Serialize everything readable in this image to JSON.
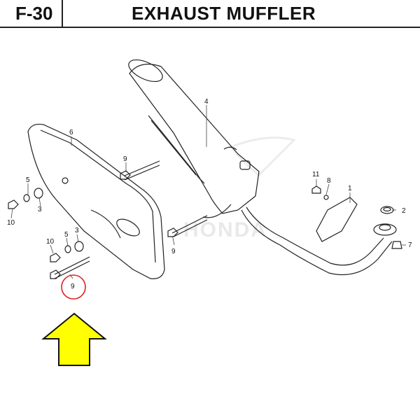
{
  "header": {
    "code": "F-30",
    "title": "EXHAUST MUFFLER"
  },
  "watermark": "HONDA",
  "colors": {
    "arrow_fill": "#ffff00",
    "highlight_circle": "#e02020"
  },
  "callouts": [
    {
      "id": "c1",
      "label": "1"
    },
    {
      "id": "c2",
      "label": "2"
    },
    {
      "id": "c3a",
      "label": "3"
    },
    {
      "id": "c3b",
      "label": "3"
    },
    {
      "id": "c4",
      "label": "4"
    },
    {
      "id": "c5a",
      "label": "5"
    },
    {
      "id": "c5b",
      "label": "5"
    },
    {
      "id": "c6",
      "label": "6"
    },
    {
      "id": "c7",
      "label": "7"
    },
    {
      "id": "c8",
      "label": "8"
    },
    {
      "id": "c9a",
      "label": "9"
    },
    {
      "id": "c9b",
      "label": "9"
    },
    {
      "id": "c9c",
      "label": "9"
    },
    {
      "id": "c10a",
      "label": "10"
    },
    {
      "id": "c10b",
      "label": "10"
    },
    {
      "id": "c11",
      "label": "11"
    }
  ]
}
